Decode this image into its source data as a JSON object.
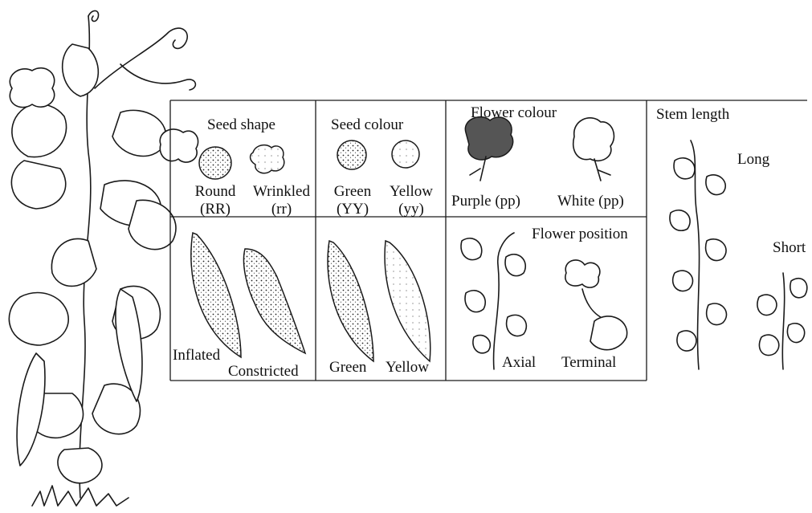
{
  "figure": {
    "panels": {
      "seed_shape": {
        "title": "Seed shape",
        "round": {
          "name": "Round",
          "genotype": "(RR)"
        },
        "wrinkled": {
          "name": "Wrinkled",
          "genotype": "(rr)"
        }
      },
      "seed_colour": {
        "title": "Seed colour",
        "green": {
          "name": "Green",
          "genotype": "(YY)"
        },
        "yellow": {
          "name": "Yellow",
          "genotype": "(yy)"
        }
      },
      "flower_colour": {
        "title": "Flower colour",
        "purple": "Purple (pp)",
        "white": "White (pp)"
      },
      "pod_shape": {
        "inflated": "Inflated",
        "constricted": "Constricted"
      },
      "pod_colour": {
        "green": "Green",
        "yellow": "Yellow"
      },
      "flower_position": {
        "title": "Flower position",
        "axial": "Axial",
        "terminal": "Terminal"
      },
      "stem_length": {
        "title": "Stem length",
        "long": "Long",
        "short": "Short"
      }
    }
  }
}
